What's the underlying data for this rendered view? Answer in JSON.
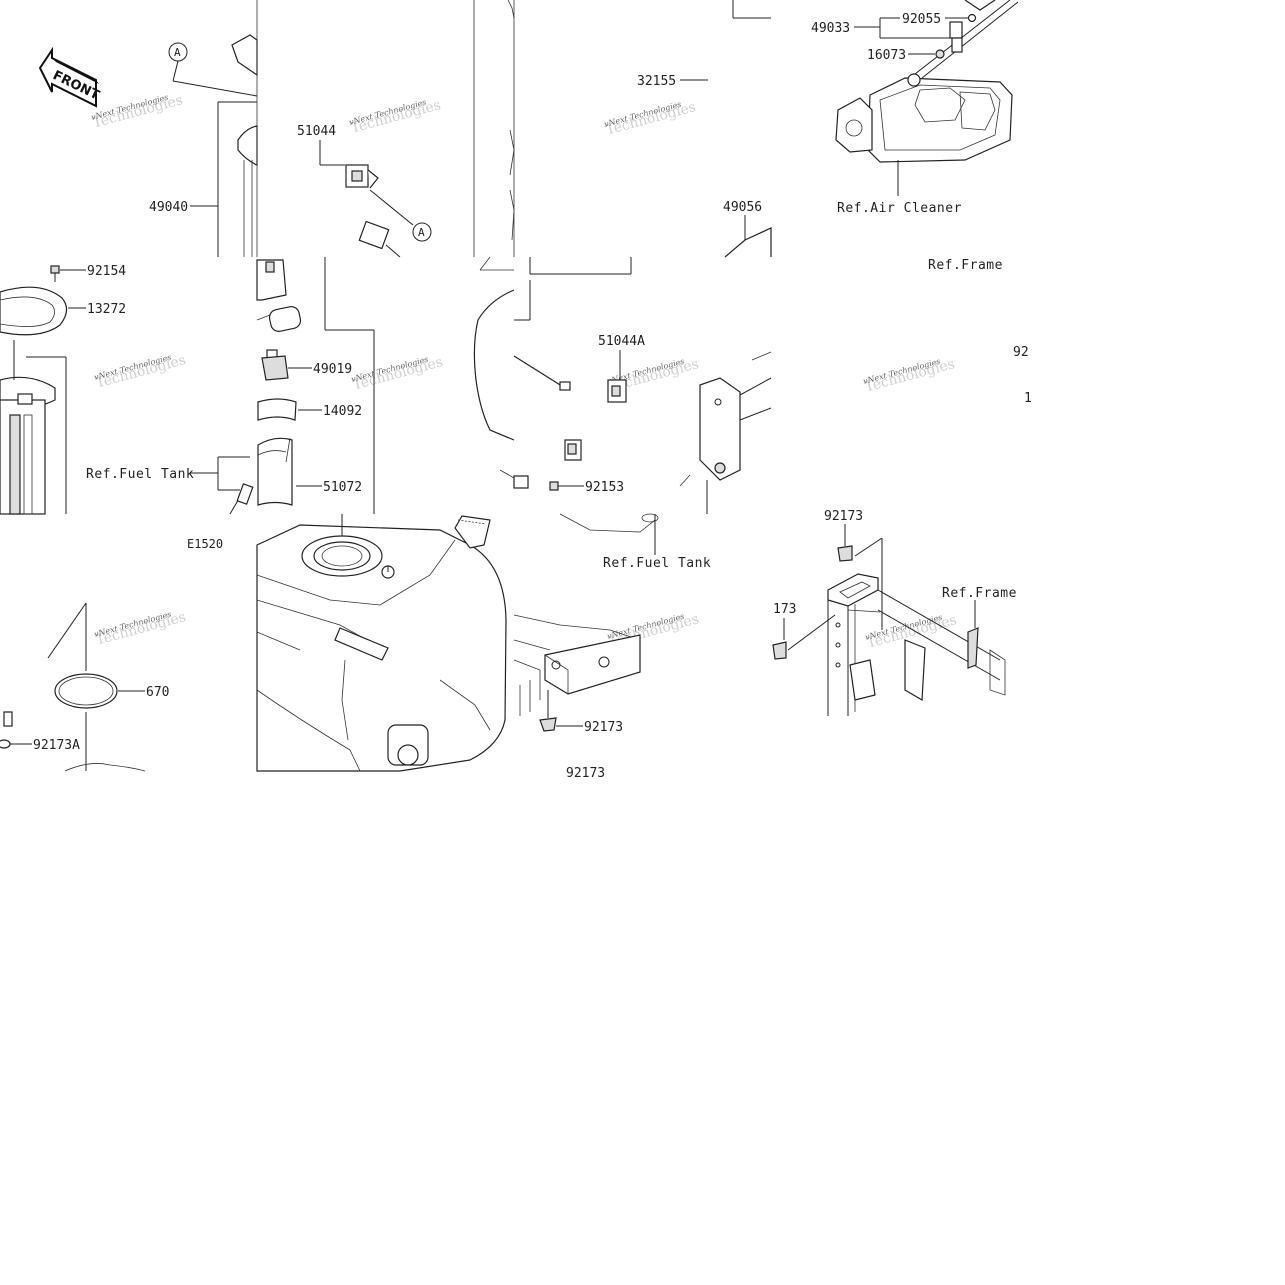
{
  "diagram": {
    "front_badge": "FRONT",
    "callout_letter": "A",
    "figure_code": "E1520",
    "watermark_lines": [
      "vNext Technologies",
      "Technologies"
    ],
    "part_labels": {
      "p49040": "49040",
      "p51044": "51044",
      "p92154": "92154",
      "p13272": "13272",
      "p49019": "49019",
      "p14092": "14092",
      "p51072": "51072",
      "p670": "670",
      "p92173A": "92173A",
      "p32155": "32155",
      "p49056": "49056",
      "p51044A": "51044A",
      "p92153": "92153",
      "p92173a": "92173",
      "p92173b": "92173",
      "p92173c": "92173",
      "p173": "173",
      "p49033": "49033",
      "p92055": "92055",
      "p16073": "16073",
      "p92": "92",
      "p1": "1"
    },
    "ref_labels": {
      "fuel_tank_left": "Ref.Fuel Tank",
      "fuel_tank_mid": "Ref.Fuel Tank",
      "air_cleaner": "Ref.Air Cleaner",
      "frame_top": "Ref.Frame",
      "frame_bottom": "Ref.Frame"
    }
  }
}
